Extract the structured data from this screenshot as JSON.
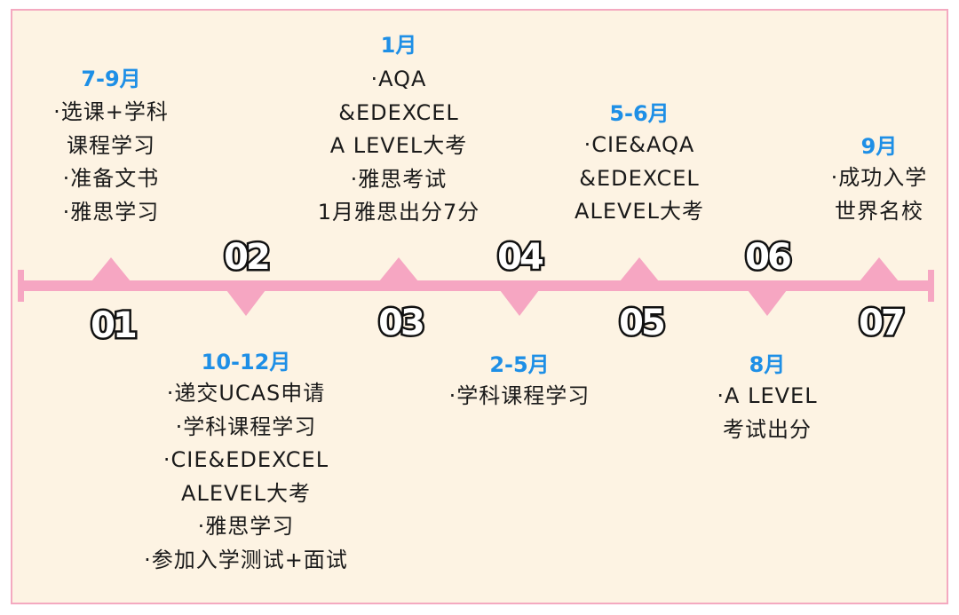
{
  "colors": {
    "background": "#fdf3e3",
    "border": "#f4a9c0",
    "line": "#f6a6c2",
    "period": "#1e8fe6",
    "text": "#1a1a1a"
  },
  "stages": [
    {
      "num": "01",
      "period": "7-9月",
      "items": [
        "·选课+学科",
        "课程学习",
        "·准备文书",
        "·雅思学习"
      ]
    },
    {
      "num": "02",
      "period": "10-12月",
      "items": [
        "·递交UCAS申请",
        "·学科课程学习",
        "·CIE&EDEXCEL",
        "ALEVEL大考",
        "·雅思学习",
        "·参加入学测试+面试"
      ]
    },
    {
      "num": "03",
      "period": "1月",
      "items": [
        "·AQA",
        "&EDEXCEL",
        "A LEVEL大考",
        "·雅思考试",
        "1月雅思出分7分"
      ]
    },
    {
      "num": "04",
      "period": "2-5月",
      "items": [
        "·学科课程学习"
      ]
    },
    {
      "num": "05",
      "period": "5-6月",
      "items": [
        "·CIE&AQA",
        "&EDEXCEL",
        "ALEVEL大考"
      ]
    },
    {
      "num": "06",
      "period": "8月",
      "items": [
        "·A LEVEL",
        "考试出分"
      ]
    },
    {
      "num": "07",
      "period": "9月",
      "items": [
        "·成功入学",
        "世界名校"
      ]
    }
  ]
}
